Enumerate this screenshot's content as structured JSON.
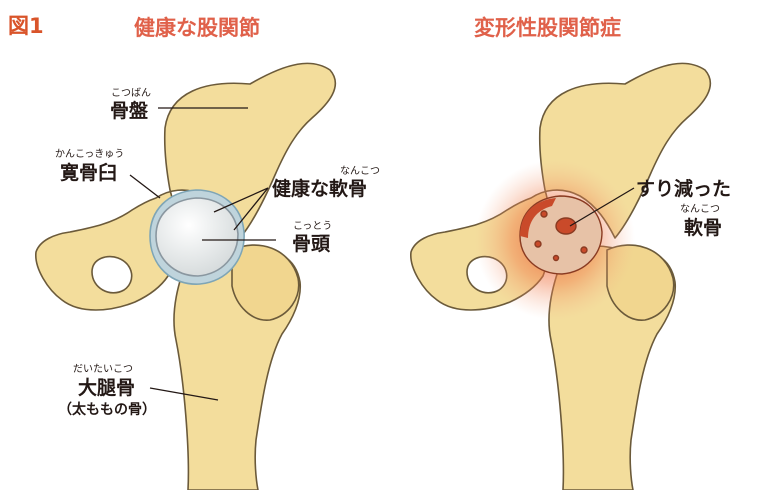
{
  "figure_label": "図1",
  "healthy": {
    "title": "健康な股関節",
    "labels": {
      "pelvis": {
        "ruby": "こつばん",
        "text": "骨盤"
      },
      "acetabulum": {
        "ruby": "かんこっきゅう",
        "text": "寛骨臼"
      },
      "cartilage": {
        "ruby": "なんこつ",
        "text": "健康な軟骨"
      },
      "femoral_head": {
        "ruby": "こっとう",
        "text": "骨頭"
      },
      "femur": {
        "ruby": "だいたいこつ",
        "text": "大腿骨",
        "note": "（太ももの骨）"
      }
    }
  },
  "oa": {
    "title": "変形性股関節症",
    "labels": {
      "worn": {
        "text": "すり減った"
      },
      "cartilage": {
        "ruby": "なんこつ",
        "text": "軟骨"
      }
    }
  },
  "colors": {
    "bone_fill": "#f3dd9c",
    "bone_outline": "#6b5a3a",
    "cartilage": "#eef0f0",
    "inflammation": "#e8552a",
    "title": "#e0614a"
  }
}
